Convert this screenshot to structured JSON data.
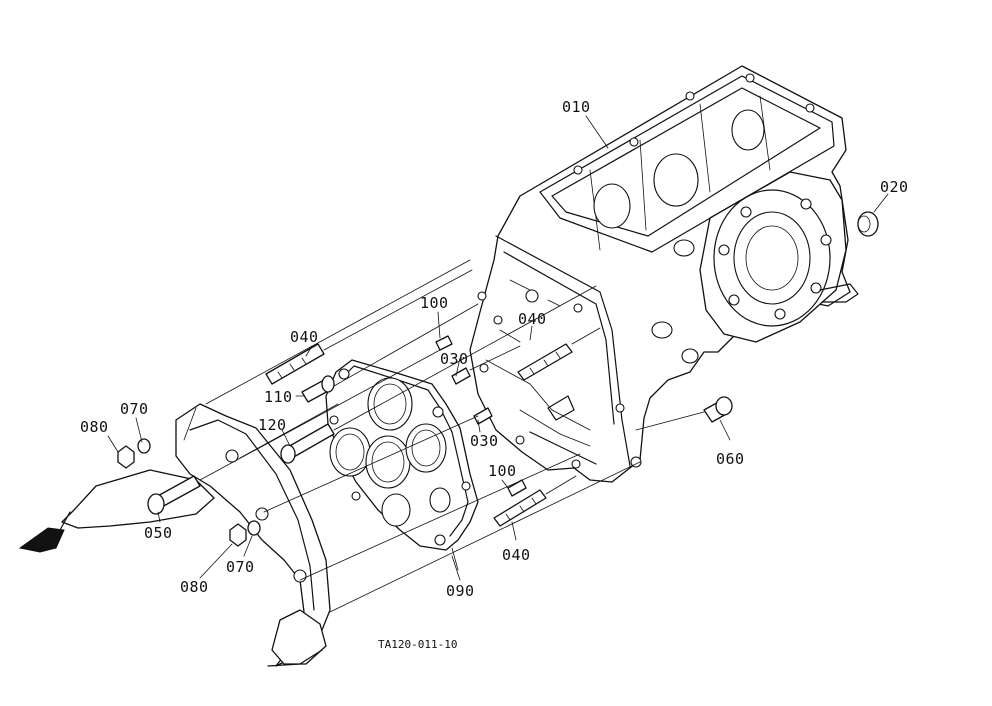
{
  "callouts": {
    "c010": "010",
    "c020": "020",
    "c030a": "030",
    "c030b": "030",
    "c040a": "040",
    "c040b": "040",
    "c040c": "040",
    "c050": "050",
    "c060": "060",
    "c070a": "070",
    "c070b": "070",
    "c080a": "080",
    "c080b": "080",
    "c090": "090",
    "c100a": "100",
    "c100b": "100",
    "c110": "110",
    "c120": "120"
  },
  "drawing_code": "TA120-011-10",
  "line_color": "#111111",
  "background_color": "#ffffff"
}
